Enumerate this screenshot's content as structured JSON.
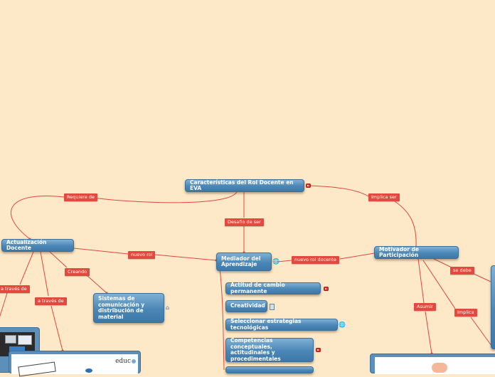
{
  "nodes": {
    "root": "Características del Rol Docente en EVA",
    "actualizacion": "Actualización Docente",
    "mediador": "Mediador del Aprendizaje",
    "motivador": "Motivador de Participación",
    "sistemas": "Sistemas de comunicación y distribución de material",
    "actitud": "Actitud de cambio permanente",
    "creatividad": "Creatividad",
    "estrategias": "Seleccionar estrategias tecnológicas",
    "competencias": "Competencias conceptuales, actitudinales y procedimentales"
  },
  "tags": {
    "requiere": "Requiere de",
    "implica_ser": "Implica ser",
    "desafio": "Desafio de ser",
    "nuevo_rol": "nuevo rol",
    "nuevo_rol_docente": "nuevo rol docente",
    "creando": "Creando",
    "a_traves_1": "a través de",
    "a_traves_2": "a través de",
    "se_debe": "se debe",
    "asumir": "Asumir",
    "implica": "Implica"
  },
  "image_text": {
    "educ_logo": "educ"
  },
  "colors": {
    "background": "#fde9c8",
    "node": "#4a86b6",
    "connector": "#e24a3f",
    "tag": "#e24a3f"
  },
  "icons": [
    "youtube-marker-icon",
    "globe-link-icon",
    "document-icon",
    "home-icon"
  ]
}
